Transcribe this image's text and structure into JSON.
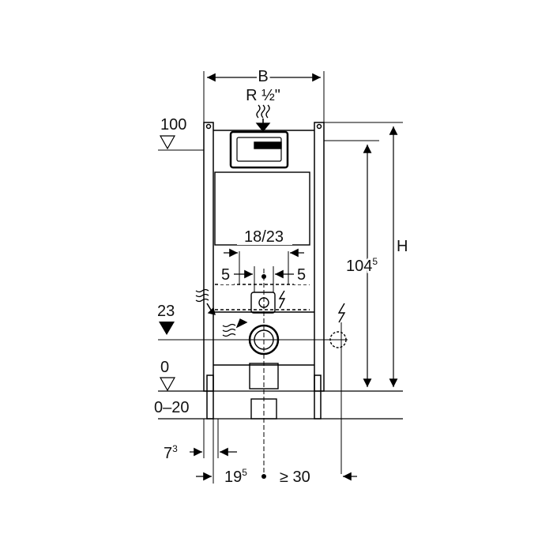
{
  "diagram": {
    "labels": {
      "width": "B",
      "supply": "R ½\"",
      "height": "H",
      "level_top": "100",
      "level_inlet": "23",
      "level_floor": "0",
      "floor_range": "0–20",
      "outlet_range": "18/23",
      "offset_left": "5",
      "offset_right": "5",
      "frame_height_base": "104",
      "frame_height_sup": "5",
      "foot_offset_base": "7",
      "foot_offset_sup": "3",
      "axis_offset_base": "19",
      "axis_offset_sup": "5",
      "min_distance": "≥ 30"
    },
    "icons": [
      "water-supply-icon",
      "electric-icon",
      "drain-icon",
      "level-marker-icon"
    ]
  }
}
